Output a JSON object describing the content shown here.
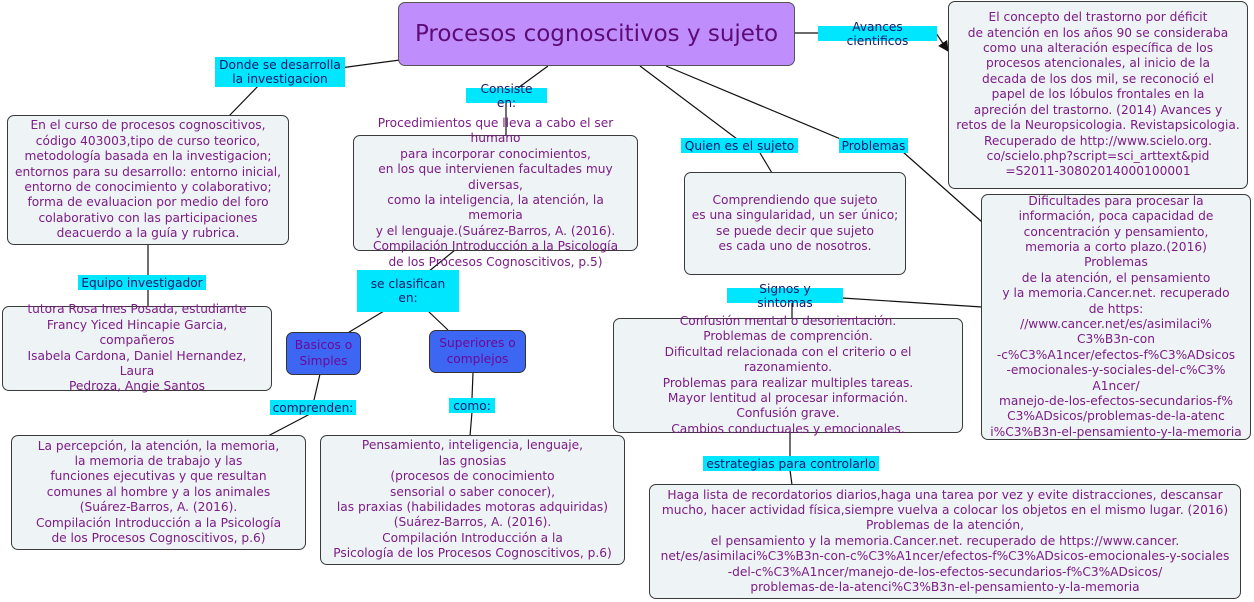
{
  "root": {
    "title": "Procesos cognoscitivos y sujeto"
  },
  "labels": {
    "donde": "Donde se desarrolla\nla investigacion",
    "consiste": "Consiste en:",
    "avances": "Avances cientificos",
    "quien": "Quien es el sujeto",
    "problemas": "Problemas",
    "equipo": "Equipo investigador",
    "clasifican": "se clasifican en:",
    "comprenden": "comprenden:",
    "como": "como:",
    "signos": "Signos y sintomas",
    "estrategias": "estrategias para controlarlo"
  },
  "nodes": {
    "curso": "En el curso de procesos cognoscitivos,\ncódigo 403003,tipo de curso teorico,\nmetodología basada en la  investigacion;\nentornos para su desarrollo: entorno inicial,\nentorno de conocimiento y colaborativo;\nforma de evaluacion por medio del foro\ncolaborativo con las participaciones\ndeacuerdo a la guía y rubrica.",
    "tutora": "tutora Rosa Ines Posada, estudiante\nFrancy Yiced Hincapie Garcia, compañeros\nIsabela Cardona, Daniel Hernandez, Laura\nPedroza, Angie Santos",
    "procedimientos": "Procedimientos que lleva a cabo el ser humano\npara incorporar conocimientos,\nen los que intervienen facultades muy diversas,\ncomo la inteligencia, la atención, la memoria\ny el lenguaje.(Suárez-Barros, A. (2016).\nCompilación Introducción a la Psicología\nde los Procesos Cognoscitivos, p.5)",
    "basicos": "Basicos o\nSimples",
    "superiores": "Superiores o\ncomplejos",
    "percepcion": "La percepción, la atención, la memoria,\nla memoria de trabajo y las\nfunciones ejecutivas y que resultan\ncomunes al hombre y a los animales\n(Suárez-Barros, A. (2016).\nCompilación Introducción a la Psicología\nde los Procesos Cognoscitivos, p.6)",
    "pensamiento": "Pensamiento, inteligencia, lenguaje,\nlas gnosias\n(procesos de conocimiento\nsensorial o saber conocer),\nlas praxias (habilidades motoras adquiridas)\n(Suárez-Barros, A. (2016).\nCompilación Introducción a la\nPsicología de los Procesos Cognoscitivos, p.6)",
    "sujeto": "Comprendiendo que sujeto\nes una singularidad, un ser único;\nse puede decir que sujeto\nes cada uno de nosotros.",
    "concepto": "El concepto del trastorno por déficit\nde atención en los años 90 se consideraba\ncomo una alteración específica de los\nprocesos atencionales, al inicio de la\ndecada de los dos mil, se reconoció el\npapel de los lóbulos frontales en la\napreción del trastorno. (2014) Avances y\nretos de la Neuropsicologia. Revistapsicologia.\nRecuperado de http://www.scielo.org.\nco/scielo.php?script=sci_arttext&pid\n=S2011-30802014000100001",
    "dificultades": "Dificultades para procesar la\ninformación, poca capacidad de\nconcentración y pensamiento,\nmemoria a corto plazo.(2016)\nProblemas\nde la atención, el pensamiento\ny la memoria.Cancer.net. recuperado\nde https:\n//www.cancer.net/es/asimilaci%\nC3%B3n-con\n-c%C3%A1ncer/efectos-f%C3%ADsicos\n-emocionales-y-sociales-del-c%C3%\nA1ncer/\nmanejo-de-los-efectos-secundarios-f%\nC3%ADsicos/problemas-de-la-atenc\ni%C3%B3n-el-pensamiento-y-la-memoria",
    "confusion": "Confusión mental o desorientación.\nProblemas de comprención.\nDificultad relacionada con el criterio o el razonamiento.\nProblemas para realizar multiples tareas.\nMayor lentitud al procesar información.\nConfusión grave.\nCambios conductuales y emocionales.",
    "recordatorios": "Haga lista de recordatorios diarios,haga una tarea por vez y evite distracciones, descansar\nmucho, hacer actividad física,siempre vuelva a colocar los objetos en el mismo lugar. (2016)\nProblemas de la atención,\nel pensamiento y la memoria.Cancer.net. recuperado de https://www.cancer.\nnet/es/asimilaci%C3%B3n-con-c%C3%A1ncer/efectos-f%C3%ADsicos-emocionales-y-sociales\n-del-c%C3%A1ncer/manejo-de-los-efectos-secundarios-f%C3%ADsicos/\nproblemas-de-la-atenci%C3%B3n-el-pensamiento-y-la-memoria"
  }
}
